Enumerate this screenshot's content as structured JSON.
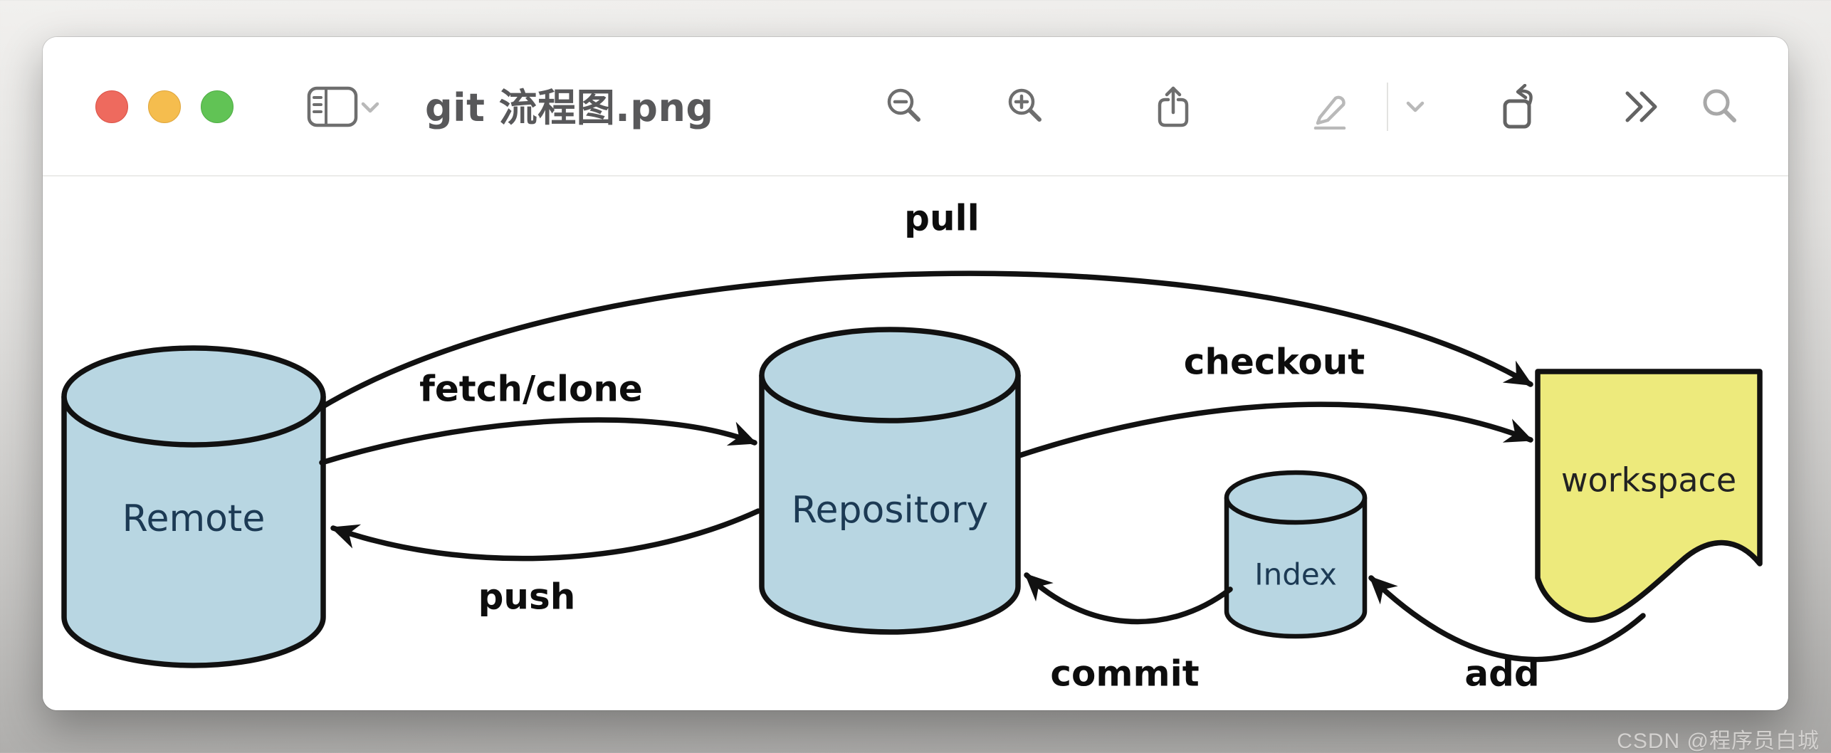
{
  "window": {
    "title": "git 流程图.png"
  },
  "titlebar": {
    "traffic_lights": [
      {
        "name": "close"
      },
      {
        "name": "minimize"
      },
      {
        "name": "fullscreen"
      }
    ],
    "sidebar_toggle_icon": "sidebar-panel",
    "toolbar_icons": [
      "zoom-out",
      "zoom-in",
      "share",
      "markup-pencil",
      "markup-chevron-down",
      "rotate-left",
      "more-chevrons",
      "search"
    ]
  },
  "diagram": {
    "nodes": [
      {
        "id": "remote",
        "label": "Remote",
        "shape": "cylinder"
      },
      {
        "id": "repository",
        "label": "Repository",
        "shape": "cylinder"
      },
      {
        "id": "index",
        "label": "Index",
        "shape": "cylinder"
      },
      {
        "id": "workspace",
        "label": "workspace",
        "shape": "document"
      }
    ],
    "edges": [
      {
        "label": "pull",
        "from": "remote",
        "to": "workspace"
      },
      {
        "label": "fetch/clone",
        "from": "remote",
        "to": "repository"
      },
      {
        "label": "checkout",
        "from": "repository",
        "to": "workspace"
      },
      {
        "label": "push",
        "from": "repository",
        "to": "remote"
      },
      {
        "label": "commit",
        "from": "index",
        "to": "repository"
      },
      {
        "label": "add",
        "from": "workspace",
        "to": "index"
      }
    ],
    "colors": {
      "cylinder_fill": "#b8d6e2",
      "document_fill": "#edea7c",
      "stroke": "#111111",
      "node_text": "#1c3a54",
      "edge_text": "#0d0d0d"
    }
  },
  "watermark": "CSDN @程序员白城"
}
